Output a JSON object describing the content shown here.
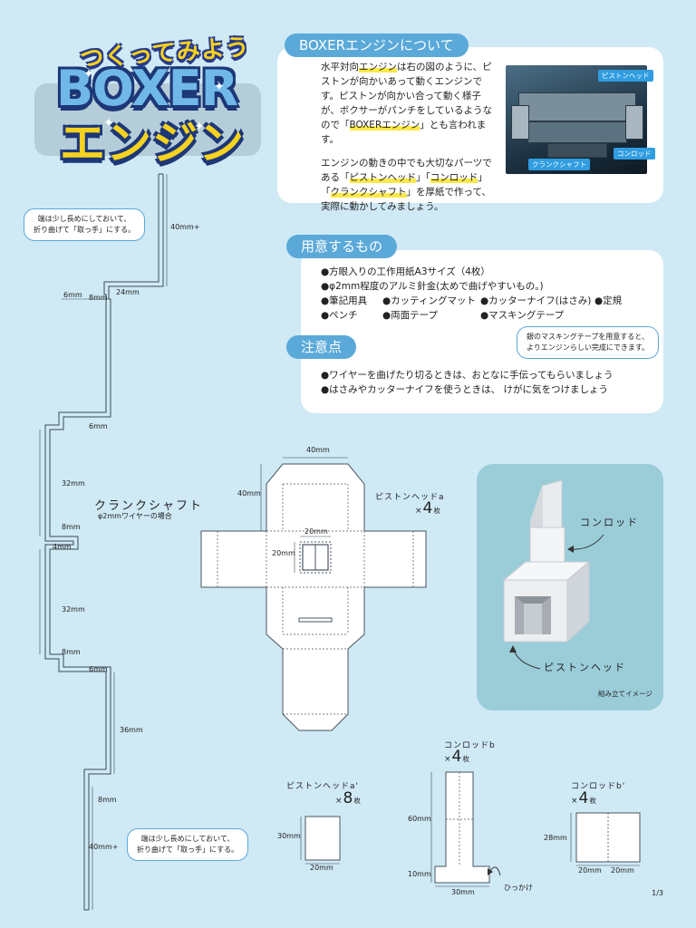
{
  "logo": {
    "subtitle": "つくってみよう",
    "main": "BOXER",
    "kana": "エンジン"
  },
  "about": {
    "heading": "BOXERエンジンについて",
    "para1_a": "水平対向",
    "para1_hl1": "エンジン",
    "para1_b": "は右の図のように、ピストンが向かいあって動くエンジンです。ピストンが向かい合って動く様子が、ボクサーがパンチをしているようなので「",
    "para1_hl2": "BOXERエンジン",
    "para1_c": "」とも言われます。",
    "para2_a": "エンジンの動きの中でも大切なパーツである「",
    "para2_hl1": "ピストンヘッド",
    "para2_b": "」「",
    "para2_hl2": "コンロッド",
    "para2_c": "」「",
    "para2_hl3": "クランクシャフト",
    "para2_d": "」を厚紙で作って、実際に動かしてみましょう。",
    "image_tags": {
      "piston_head": "ピストンヘッド",
      "crankshaft": "クランクシャフト",
      "conrod": "コンロッド"
    }
  },
  "materials": {
    "heading": "用意するもの",
    "line1": "●方眼入りの工作用紙A3サイズ（4枚）",
    "line2": "●φ2mm程度のアルミ針金(太めで曲げやすいもの。)",
    "line3": [
      "●筆記用具",
      "●カッティングマット",
      "●カッターナイフ(はさみ)",
      "●定規"
    ],
    "line4": [
      "●ペンチ",
      "●両面テープ",
      "●マスキングテープ"
    ],
    "note_line1": "銀のマスキングテープを用意すると、",
    "note_line2": "よりエンジンらしい完成にできます。"
  },
  "caution": {
    "heading": "注意点",
    "line1": "●ワイヤーを曲げたり切るときは、おとなに手伝ってもらいましょう",
    "line2": "●はさみやカッターナイフを使うときは、 けがに気をつけましょう"
  },
  "crankshaft": {
    "title": "クランクシャフト",
    "subtitle": "φ2mmワイヤーの場合",
    "note_top_1": "端は少し長めにしておいて、",
    "note_top_2": "折り曲げて「取っ手」にする。",
    "note_bottom_1": "端は少し長めにしておいて、",
    "note_bottom_2": "折り曲げて「取っ手」にする。",
    "dims": {
      "top_end": "40mm+",
      "d6a": "6mm",
      "d8a": "8mm",
      "d24": "24mm",
      "d6b": "6mm",
      "d32a": "32mm",
      "d8b": "8mm",
      "d4": "4mm",
      "d32b": "32mm",
      "d8c": "8mm",
      "d6c": "6mm",
      "d36": "36mm",
      "d8d": "8mm",
      "bottom_end": "40mm+"
    }
  },
  "piston_a": {
    "name": "ピストンヘッドa",
    "count_prefix": "×",
    "count": "4",
    "count_unit": "枚",
    "dim_w": "40mm",
    "dim_h": "40mm",
    "win_w": "20mm",
    "win_h": "20mm"
  },
  "assembly": {
    "conrod": "コンロッド",
    "piston": "ピストンヘッド",
    "caption": "組み立てイメージ"
  },
  "piston_a2": {
    "name": "ピストンヘッドa'",
    "count_prefix": "×",
    "count": "8",
    "count_unit": "枚",
    "dim_h": "30mm",
    "dim_w": "20mm"
  },
  "conrod_b": {
    "name": "コンロッドb",
    "count_prefix": "×",
    "count": "4",
    "count_unit": "枚",
    "dim_60": "60mm",
    "dim_10": "10mm",
    "dim_30": "30mm",
    "hook": "ひっかけ"
  },
  "conrod_b2": {
    "name": "コンロッドb'",
    "count_prefix": "×",
    "count": "4",
    "count_unit": "枚",
    "dim_h": "28mm",
    "dim_w1": "20mm",
    "dim_w2": "20mm"
  },
  "page": "1/3"
}
